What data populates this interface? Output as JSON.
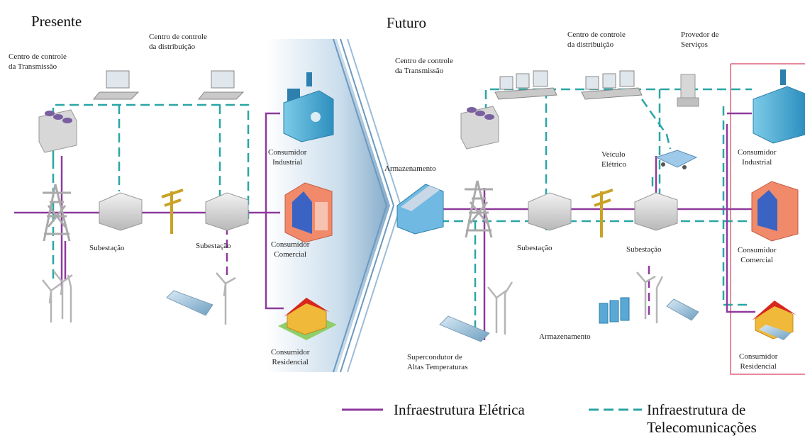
{
  "headings": {
    "present": "Presente",
    "future": "Futuro"
  },
  "present": {
    "transmission_center": "Centro de controle\nda Transmissão",
    "distribution_center": "Centro de controle\nda distribuição",
    "substation_1": "Subestação",
    "substation_2": "Subestação",
    "industrial": "Consumidor\nIndustrial",
    "commercial": "Consumidor\nComercial",
    "residential": "Consumidor\nResidencial"
  },
  "future": {
    "transmission_center": "Centro de controle\nda Transmissão",
    "distribution_center": "Centro de controle\nda distribuição",
    "service_provider": "Provedor de\nServiços",
    "storage_1": "Armazenamento",
    "electric_vehicle": "Veículo\nElétrico",
    "substation_1": "Subestação",
    "substation_2": "Subestação",
    "hts": "Supercondutor de\nAltas Temperaturas",
    "storage_2": "Armazenamento",
    "industrial": "Consumidor\nIndustrial",
    "commercial": "Consumidor\nComercial",
    "residential": "Consumidor\nResidencial"
  },
  "legend": {
    "electrical": "Infraestrutura Elétrica",
    "telecom": "Infraestrutura de\nTelecomunicações"
  },
  "colors": {
    "electrical_line": "#8e3a9d",
    "telecom_line": "#2aa6a6",
    "highlight_box": "#e0607a",
    "divider_blue": "#5c8fb8"
  }
}
